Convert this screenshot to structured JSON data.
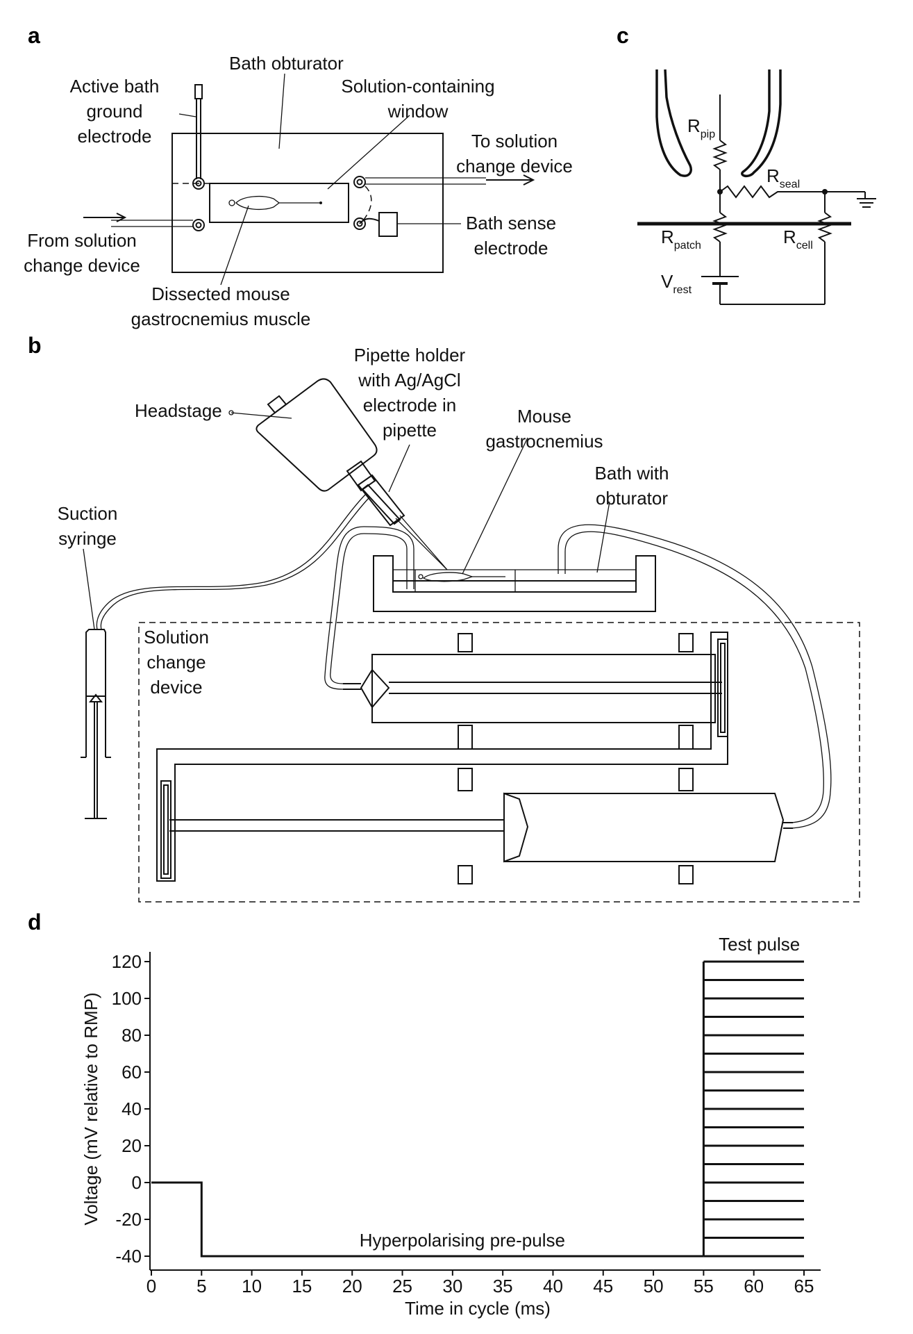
{
  "panels": {
    "a": "a",
    "b": "b",
    "c": "c",
    "d": "d"
  },
  "panel_a": {
    "bath_obturator": "Bath obturator",
    "active_bath": [
      "Active bath",
      "ground",
      "electrode"
    ],
    "solution_window": [
      "Solution-containing",
      "window"
    ],
    "to_device": [
      "To solution",
      "change device"
    ],
    "from_device": [
      "From solution",
      "change device"
    ],
    "bath_sense": [
      "Bath sense",
      "electrode"
    ],
    "muscle": [
      "Dissected mouse",
      "gastrocnemius muscle"
    ]
  },
  "panel_b": {
    "headstage": "Headstage",
    "pipette_holder": [
      "Pipette holder",
      "with Ag/AgCl",
      "electrode in",
      "pipette"
    ],
    "mouse": [
      "Mouse",
      "gastrocnemius"
    ],
    "bath": [
      "Bath with",
      "obturator"
    ],
    "suction": [
      "Suction",
      "syringe"
    ],
    "device": [
      "Solution",
      "change",
      "device"
    ]
  },
  "panel_c": {
    "r_pip": [
      "R",
      "pip"
    ],
    "r_seal": [
      "R",
      "seal"
    ],
    "r_patch": [
      "R",
      "patch"
    ],
    "r_cell": [
      "R",
      "cell"
    ],
    "v_rest": [
      "V",
      "rest"
    ]
  },
  "chart_data": {
    "type": "line",
    "xlabel": "Time in cycle (ms)",
    "ylabel": "Voltage (mV relative to RMP)",
    "xlim": [
      0,
      65
    ],
    "ylim": [
      -40,
      120
    ],
    "x_ticks": [
      0,
      5,
      10,
      15,
      20,
      25,
      30,
      35,
      40,
      45,
      50,
      55,
      60,
      65
    ],
    "y_ticks": [
      -40,
      -20,
      0,
      20,
      40,
      60,
      80,
      100,
      120
    ],
    "series": [
      {
        "x": [
          0,
          5,
          5,
          55
        ],
        "y": [
          0,
          0,
          -40,
          -40
        ]
      }
    ],
    "test_pulse_start": 55,
    "test_pulse_end": 65,
    "test_pulse_levels": [
      -40,
      -30,
      -20,
      -10,
      0,
      10,
      20,
      30,
      40,
      50,
      60,
      70,
      80,
      90,
      100,
      110,
      120
    ],
    "annotations": {
      "test_pulse": "Test pulse",
      "prepulse": "Hyperpolarising pre-pulse"
    }
  }
}
